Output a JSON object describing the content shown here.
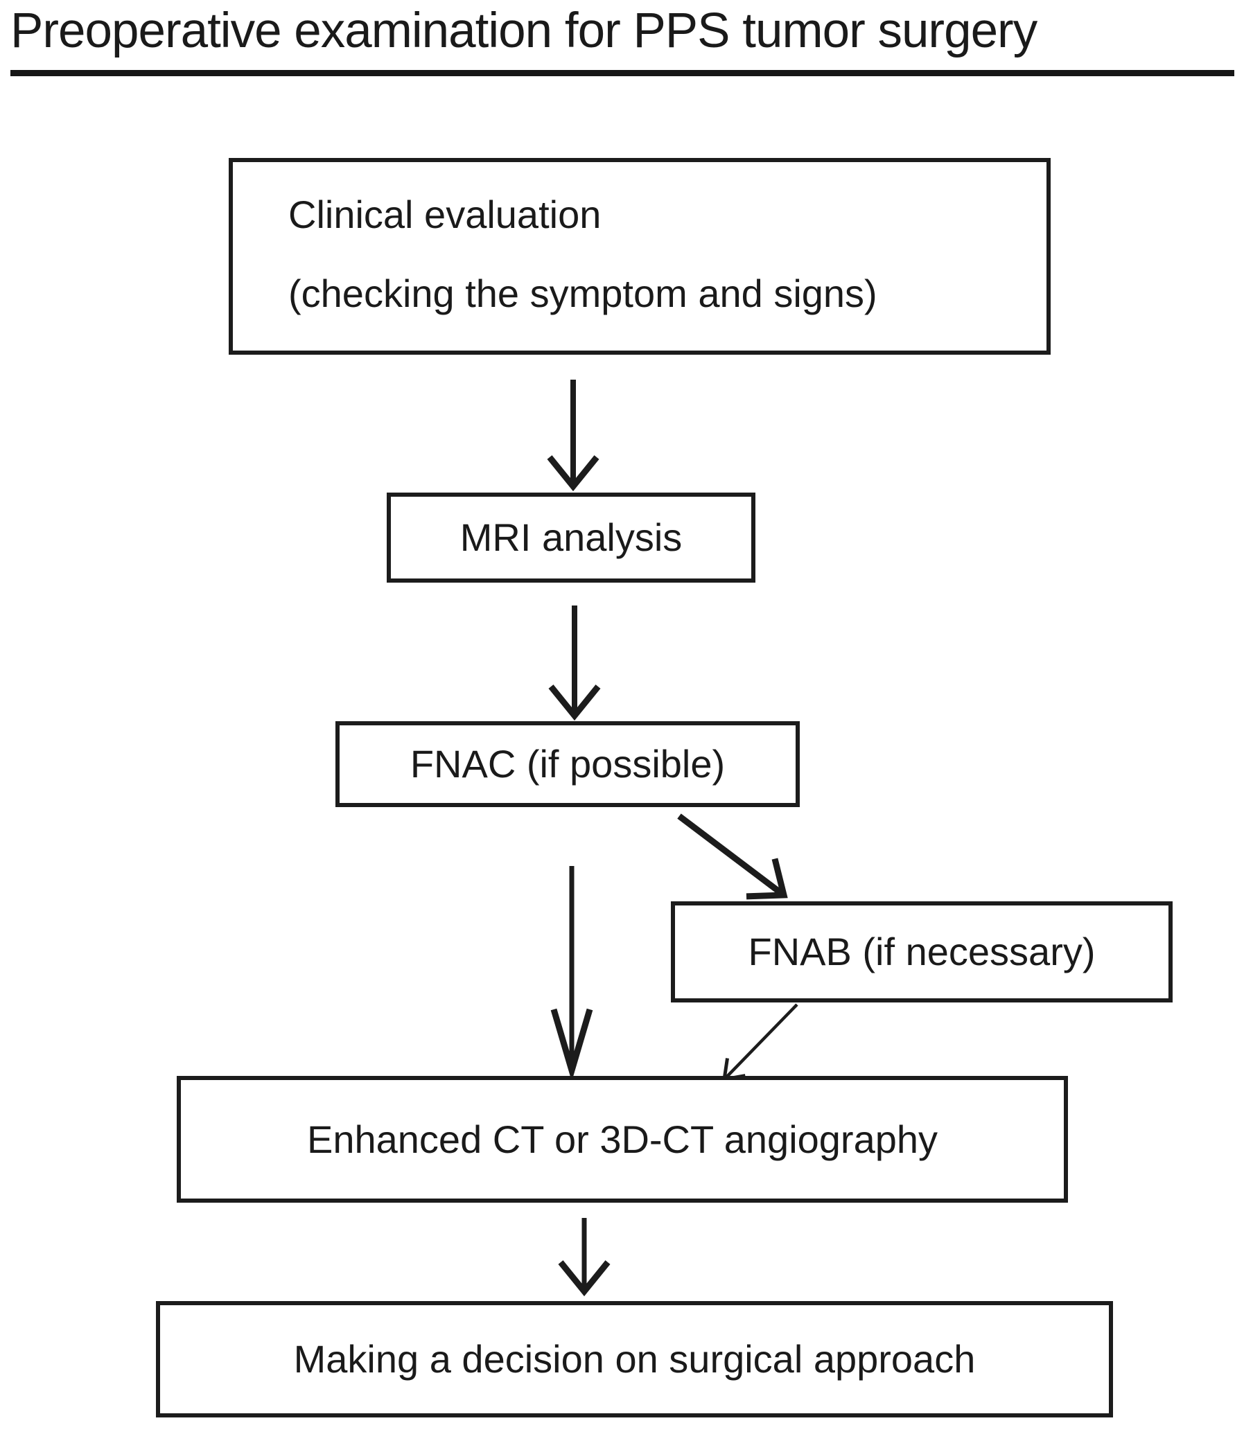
{
  "title": "Preoperative examination for PPS tumor surgery",
  "colors": {
    "ink": "#1a1a1a",
    "background": "#ffffff"
  },
  "flowchart": {
    "nodes": [
      {
        "id": "clinical-evaluation",
        "lines": [
          "Clinical evaluation",
          "(checking the symptom and signs)"
        ]
      },
      {
        "id": "mri-analysis",
        "label": "MRI analysis"
      },
      {
        "id": "fnac",
        "label": "FNAC (if possible)"
      },
      {
        "id": "fnab",
        "label": "FNAB (if necessary)"
      },
      {
        "id": "enhanced-ct",
        "label": "Enhanced CT or 3D-CT angiography"
      },
      {
        "id": "decision",
        "label": "Making a decision on surgical approach"
      }
    ],
    "edges": [
      {
        "from": "clinical-evaluation",
        "to": "mri-analysis",
        "style": "thick-vertical"
      },
      {
        "from": "mri-analysis",
        "to": "fnac",
        "style": "thick-vertical"
      },
      {
        "from": "fnac",
        "to": "fnab",
        "style": "thick-diagonal"
      },
      {
        "from": "fnac",
        "to": "enhanced-ct",
        "style": "long-vertical"
      },
      {
        "from": "fnab",
        "to": "enhanced-ct",
        "style": "thin-diagonal"
      },
      {
        "from": "enhanced-ct",
        "to": "decision",
        "style": "thick-vertical"
      }
    ]
  }
}
